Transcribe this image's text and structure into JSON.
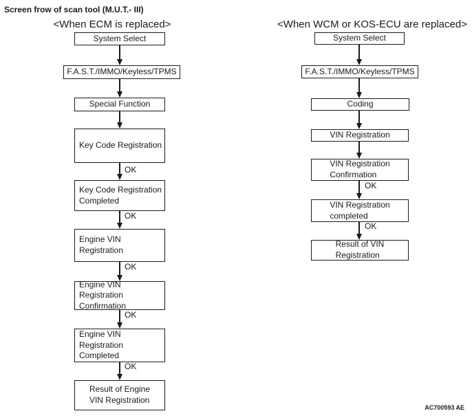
{
  "title": "Screen frow of scan tool (M.U.T.- III)",
  "doc_code": "AC700593 AE",
  "ok_label": "OK",
  "left": {
    "header": "<When ECM is replaced>",
    "nodes": [
      {
        "label": "System Select"
      },
      {
        "label": "F.A.S.T./IMMO/Keyless/TPMS"
      },
      {
        "label": "Special Function"
      },
      {
        "label": "Key Code Registration"
      },
      {
        "label": "Key Code Registration\nCompleted"
      },
      {
        "label": "Engine VIN Registration"
      },
      {
        "label": "Engine VIN Registration\nConfirmation"
      },
      {
        "label": "Engine VIN Registration\nCompleted"
      },
      {
        "label": "Result of Engine\nVIN Registration"
      }
    ]
  },
  "right": {
    "header": "<When WCM or KOS-ECU are replaced>",
    "nodes": [
      {
        "label": "System Select"
      },
      {
        "label": "F.A.S.T./IMMO/Keyless/TPMS"
      },
      {
        "label": "Coding"
      },
      {
        "label": "VIN Registration"
      },
      {
        "label": "VIN Registration\nConfirmation"
      },
      {
        "label": "VIN Registration\ncompleted"
      },
      {
        "label": "Result of VIN\nRegistration"
      }
    ]
  }
}
